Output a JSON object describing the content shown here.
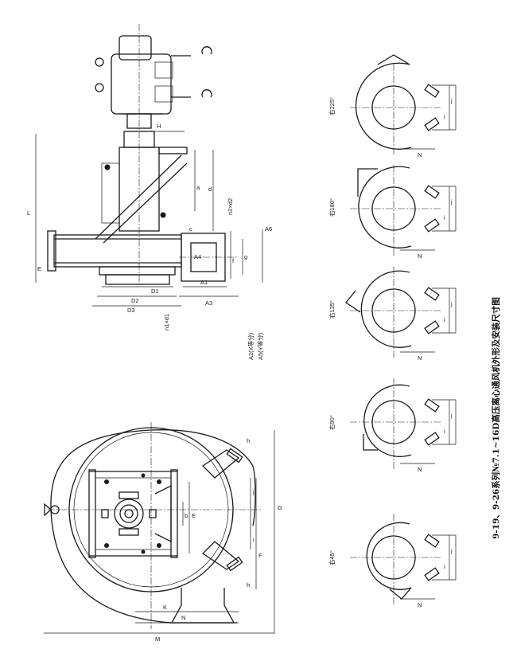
{
  "title": "9-19、9-26系列№7.1~16D高压离心通风机外形及安装尺寸图",
  "front_view_labels": {
    "M": "M",
    "N": "N",
    "K": "K",
    "G": "G",
    "F": "F",
    "E": "E",
    "b": "b",
    "i": "i",
    "h_top": "h",
    "h_bottom": "h",
    "j": "j"
  },
  "side_view_labels": {
    "L": "L",
    "H": "H",
    "E": "E",
    "a": "a",
    "d": "d",
    "c": "c",
    "n2d2": "n2×d2",
    "A6": "A6",
    "g": "g",
    "f": "f",
    "A4": "A4",
    "A1": "A1",
    "A3": "A3",
    "D1": "D1",
    "D2": "D2",
    "D3": "D3",
    "n1d1": "n1×d1",
    "A2": "A2(X等分)",
    "A5": "A5(Y等分)"
  },
  "orientations": [
    {
      "label": "右45°",
      "i": "i",
      "j": "j",
      "N": "N"
    },
    {
      "label": "右90°",
      "i": "i",
      "j": "j",
      "N": "N"
    },
    {
      "label": "右135°",
      "i": "i",
      "j": "j",
      "N": "N"
    },
    {
      "label": "右180°",
      "i": "i",
      "j": "j",
      "N": "N"
    },
    {
      "label": "右225°",
      "i": "i",
      "j": "j",
      "N": "N"
    }
  ]
}
